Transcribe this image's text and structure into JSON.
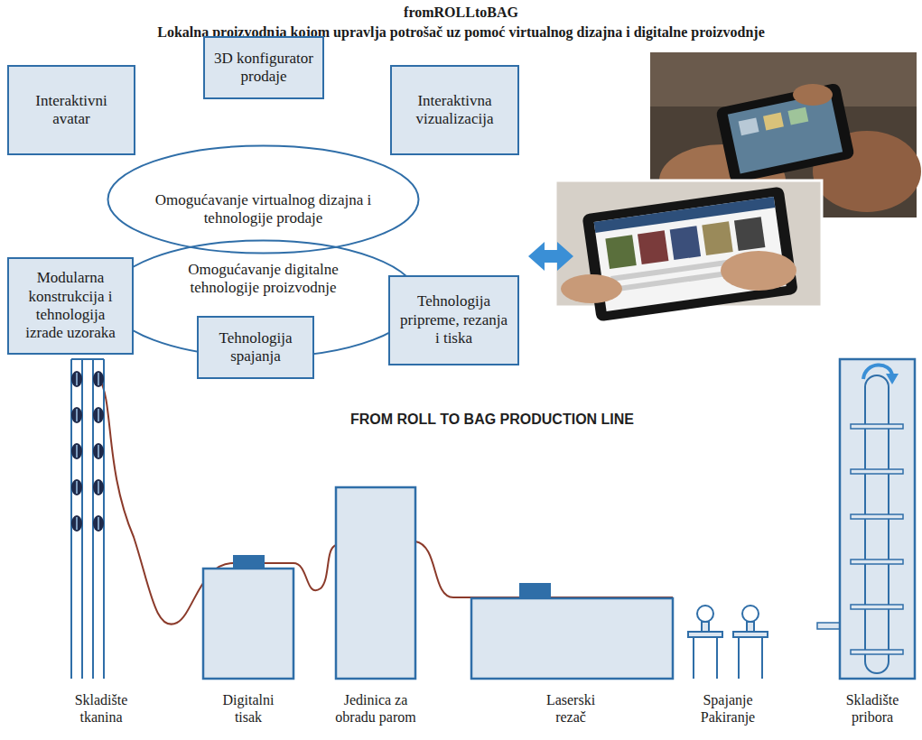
{
  "diagram": {
    "title": "fromROLLtoBAG",
    "nodes": [
      {
        "text": [
          "3D konfigurator prodaje"
        ]
      },
      {
        "text": [
          "Interaktivni avatar"
        ]
      },
      {
        "text": [
          "Interaktivna vizualizacija"
        ]
      },
      {
        "text": [
          "Omogućavanje virtualnog dizajna i tehnologije prodaje"
        ]
      },
      {
        "text": [
          "Omogućavanje digitalne tehnologije proizvodnje"
        ]
      },
      {
        "text": [
          "Modularna konstrukcija i tehnologija izrade uzoraka"
        ]
      },
      {
        "text": [
          "Tehnologija spajanja"
        ]
      },
      {
        "text": [
          "Tehnologija pripreme, rezanja i tiska"
        ]
      }
    ],
    "labels": [
      "Lokalna proizvodnja kojom upravlja potrošač uz pomoć virtualnog dizajna i digitalne proizvodnje",
      "FROM ROLL TO BAG PRODUCTION LINE",
      "Skladište tkanina",
      "Digitalni tisak",
      "Jedinica za obradu parom",
      "Laserski rezač",
      "Spajanje Pakiranje",
      "Skladište pribora"
    ]
  }
}
